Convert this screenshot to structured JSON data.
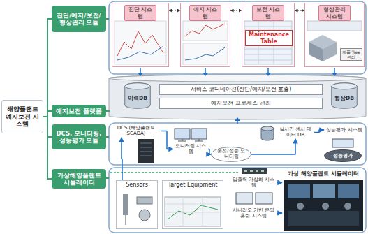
{
  "diagram": {
    "nodes": [
      {
        "text": [
          "해양플랜트 예지보전 시스템"
        ]
      },
      {
        "text": [
          "진단/예지/보전/형상관리 모듈"
        ]
      },
      {
        "text": [
          "예지보전 플랫폼"
        ]
      },
      {
        "text": [
          "DCS, 모니터링, 성능평가 모듈"
        ]
      },
      {
        "text": [
          "가상해양플랜트 시뮬레이터"
        ]
      },
      {
        "text": [
          "진단 시스템"
        ]
      },
      {
        "text": [
          "예지 시스템"
        ]
      },
      {
        "text": [
          "보전 시스템"
        ]
      },
      {
        "text": [
          "Maintenance Table"
        ],
        "in": 7
      },
      {
        "text": [
          "형상관리 시스템"
        ]
      },
      {
        "text": [
          "제품 Tree 관리"
        ],
        "in": 9
      },
      {
        "text": [
          "이력DB"
        ]
      },
      {
        "text": [
          "서비스 코디네이션(진단/예지/보전 호출)"
        ]
      },
      {
        "text": [
          "예지보전 프로세스 관리"
        ]
      },
      {
        "text": [
          "형상DB"
        ]
      },
      {
        "text": [
          "DCS (해양플랜트 SCADA)"
        ]
      },
      {
        "text": [
          "모니터링 시스템"
        ]
      },
      {
        "text": [
          "실시간 센서 데이터 DB"
        ]
      },
      {
        "text": [
          "운전/성능 모니터링"
        ]
      },
      {
        "text": [
          "성능평가 시스템"
        ]
      },
      {
        "text": [
          "성능평가"
        ]
      },
      {
        "text": [
          "Sensors"
        ]
      },
      {
        "text": [
          "Target Equipment"
        ]
      },
      {
        "text": [
          "입출력 가상화 시스템"
        ]
      },
      {
        "text": [
          "가상 해양플랜트 시뮬레이터"
        ]
      },
      {
        "text": [
          "시나리오 기반 운영 훈련 시스템"
        ]
      }
    ],
    "edges": [
      {
        "from": 0,
        "to": 1,
        "arrow": "none"
      },
      {
        "from": 0,
        "to": 2,
        "arrow": "none"
      },
      {
        "from": 0,
        "to": 3,
        "arrow": "none"
      },
      {
        "from": 0,
        "to": 4,
        "arrow": "none"
      },
      {
        "from": 5,
        "to": 6,
        "arrow": "both"
      },
      {
        "from": 6,
        "to": 7,
        "arrow": "both"
      },
      {
        "from": 7,
        "to": 9,
        "arrow": "both"
      },
      {
        "from": 15,
        "to": 16,
        "arrow": "to"
      },
      {
        "from": 16,
        "to": 18,
        "arrow": "to"
      },
      {
        "from": 18,
        "to": 17,
        "arrow": "to"
      },
      {
        "from": 17,
        "to": 19,
        "arrow": "to"
      },
      {
        "from": 21,
        "to": 15,
        "arrow": "to"
      },
      {
        "from": 23,
        "to": 24,
        "arrow": "to"
      },
      {
        "from": 25,
        "to": 24,
        "arrow": "to"
      }
    ]
  }
}
